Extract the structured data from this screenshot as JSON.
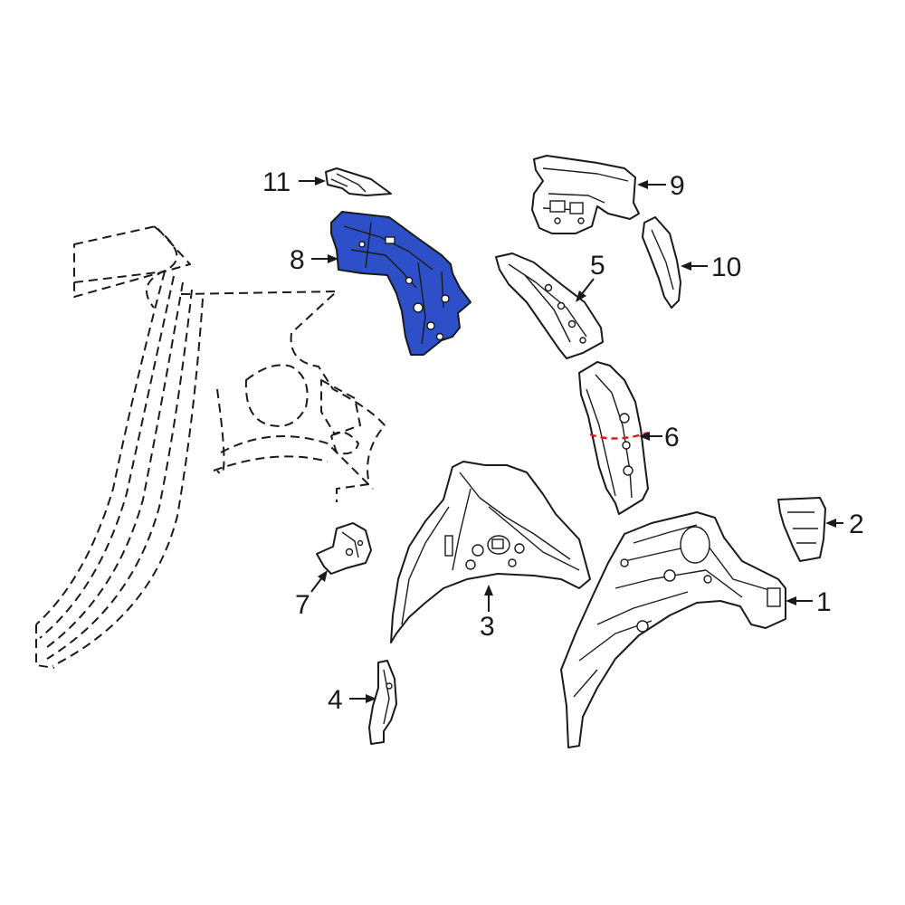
{
  "diagram": {
    "highlight_color": "#2d4fc8",
    "outline_color": "#1a1a1a",
    "cut_line_color": "#d62020",
    "highlighted_part": "8",
    "callouts": {
      "c1": "1",
      "c2": "2",
      "c3": "3",
      "c4": "4",
      "c5": "5",
      "c6": "6",
      "c7": "7",
      "c8": "8",
      "c9": "9",
      "c10": "10",
      "c11": "11"
    }
  }
}
